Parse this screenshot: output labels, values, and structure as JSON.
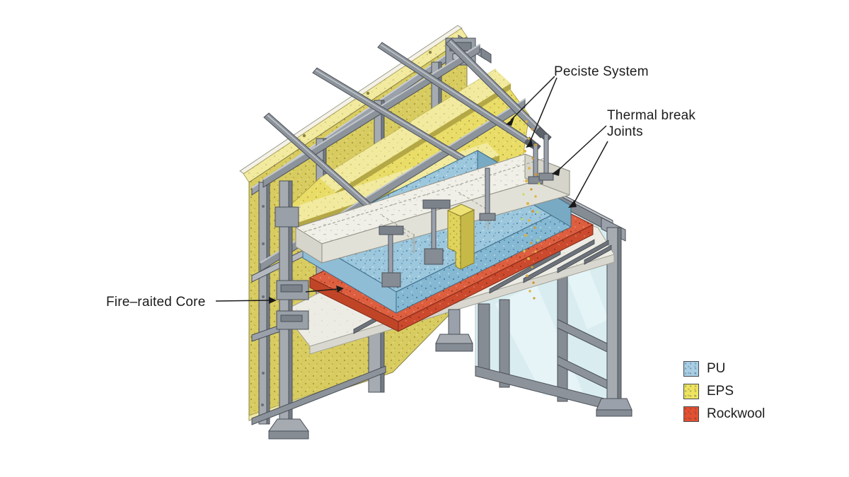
{
  "annotations": {
    "peciste": {
      "text": "Peciste System"
    },
    "thermal": {
      "line1": "Thermal break",
      "line2": "Joints"
    },
    "fire": {
      "text": "Fire–raited Core"
    }
  },
  "legend": {
    "items": [
      {
        "label": "PU",
        "color": "#a9cfe5"
      },
      {
        "label": "EPS",
        "color": "#efe45e"
      },
      {
        "label": "Rockwool",
        "color": "#e4502e"
      }
    ]
  },
  "materials": {
    "pu_top": "#9cc7dd",
    "pu_front": "#85b8d2",
    "eps": "#e8dc66",
    "eps_pale": "#f1ea9f",
    "rockwool_top": "#dd5f40",
    "rockwool_front": "#cb4a2e",
    "concrete": "#f0efe8",
    "deck": "#edece4",
    "steel": "#9ba1aa",
    "steel_dark": "#70767e",
    "glass": "#d9edf1",
    "outline": "#4b5058"
  }
}
